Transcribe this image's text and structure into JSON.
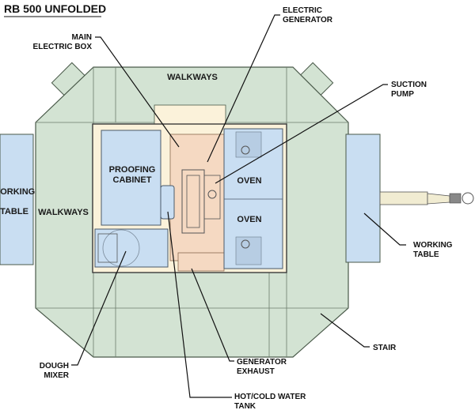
{
  "title": "RB 500 UNFOLDED",
  "colors": {
    "walkway": "#d3e3d3",
    "table": "#c9def2",
    "equipment": "#f5d9c2",
    "frame": "#fbf2da",
    "outline": "#4a5a4a"
  },
  "inner_labels": {
    "walkways_top": "WALKWAYS",
    "walkways_left": "WALKWAYS",
    "working_table_left": [
      "WORKING",
      "TABLE"
    ],
    "proofing_cabinet": [
      "PROOFING",
      "CABINET"
    ],
    "oven_top": "OVEN",
    "oven_bottom": "OVEN"
  },
  "callouts": {
    "main_electric_box": [
      "MAIN",
      "ELECTRIC BOX"
    ],
    "electric_generator": [
      "ELECTRIC",
      "GENERATOR"
    ],
    "suction_pump": [
      "SUCTION",
      "PUMP"
    ],
    "working_table": [
      "WORKING",
      "TABLE"
    ],
    "stair": "STAIR",
    "generator_exhaust": [
      "GENERATOR",
      "EXHAUST"
    ],
    "hot_cold_water_tank": [
      "HOT/COLD WATER",
      "TANK"
    ],
    "dough_mixer": [
      "DOUGH",
      "MIXER"
    ]
  }
}
